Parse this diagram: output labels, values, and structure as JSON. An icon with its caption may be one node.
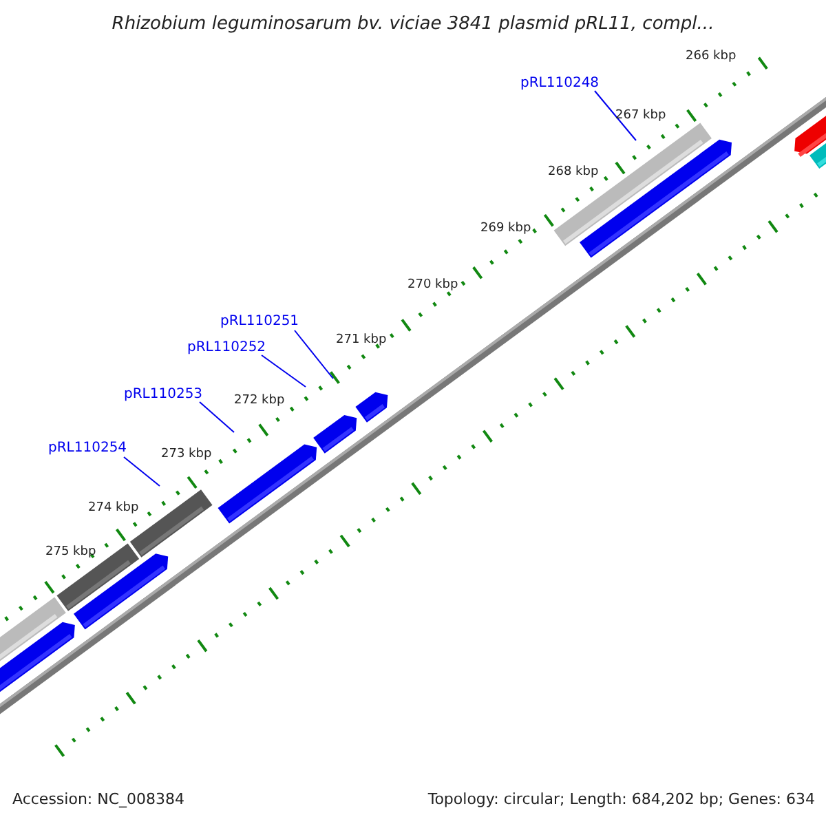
{
  "diagram": {
    "title": "Rhizobium leguminosarum bv. viciae 3841 plasmid pRL11, compl...",
    "nodes": [
      {
        "text": [
          "pRL110248"
        ]
      },
      {
        "text": [
          "pRL110251"
        ]
      },
      {
        "text": [
          "pRL110252"
        ]
      },
      {
        "text": [
          "pRL110253"
        ]
      },
      {
        "text": [
          "pRL110254"
        ]
      }
    ],
    "edges": [
      {
        "from": 0,
        "to": null,
        "arrow": "none"
      },
      {
        "from": 1,
        "to": null,
        "arrow": "none"
      },
      {
        "from": 2,
        "to": null,
        "arrow": "none"
      },
      {
        "from": 3,
        "to": null,
        "arrow": "none"
      },
      {
        "from": 4,
        "to": null,
        "arrow": "none"
      }
    ],
    "labels": [
      "266 kbp",
      "267 kbp",
      "268 kbp",
      "269 kbp",
      "270 kbp",
      "271 kbp",
      "272 kbp",
      "273 kbp",
      "274 kbp",
      "275 kbp",
      "Accession: NC_008384",
      "Topology: circular; Length: 684,202 bp; Genes: 634"
    ]
  }
}
